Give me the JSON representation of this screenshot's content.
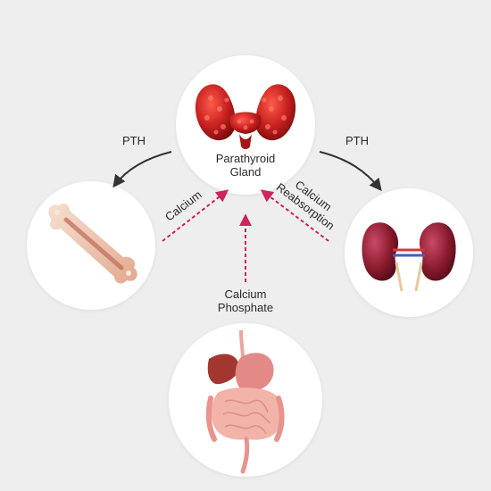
{
  "nodes": {
    "parathyroid": {
      "label_line1": "Parathyroid",
      "label_line2": "Gland",
      "icon": "parathyroid-gland-icon"
    },
    "bone": {
      "icon": "bone-icon"
    },
    "kidneys": {
      "icon": "kidneys-icon"
    },
    "intestine": {
      "icon": "digestive-system-icon"
    }
  },
  "arrows": {
    "pth_left": {
      "label": "PTH"
    },
    "pth_right": {
      "label": "PTH"
    },
    "calcium_from_bone": {
      "label": "Calcium"
    },
    "calcium_reabsorption": {
      "label_line1": "Calcium",
      "label_line2": "Reabsorption"
    },
    "calcium_phosphate": {
      "label_line1": "Calcium",
      "label_line2": "Phosphate"
    }
  },
  "colors": {
    "background": "#efeeee",
    "node_fill": "#ffffff",
    "pth_arrow": "#333333",
    "calcium_arrow": "#d0245a",
    "gland": "#c41e1e",
    "bone": "#e8c0a8",
    "kidney": "#8a1a2e"
  }
}
